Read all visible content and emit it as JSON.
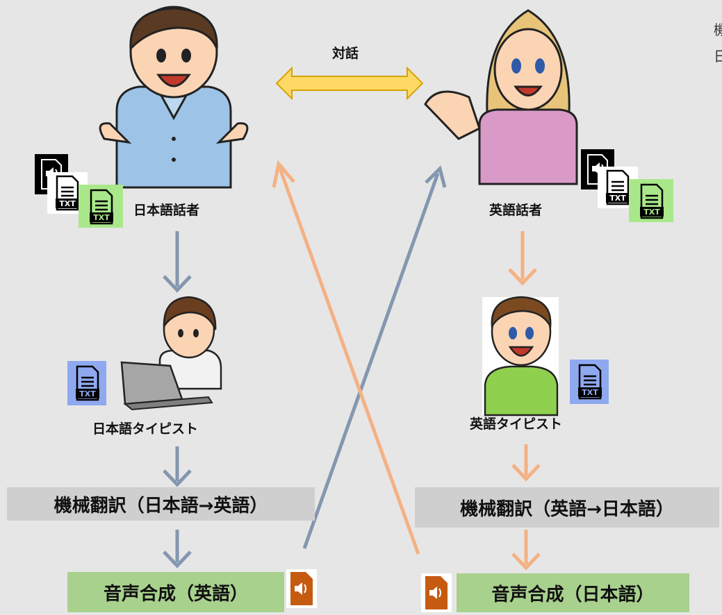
{
  "dialogue_label": "対話",
  "japanese_speaker_label": "日本語話者",
  "english_speaker_label": "英語話者",
  "japanese_typist_label": "日本語タイピスト",
  "english_typist_label": "英語タイピスト",
  "mt_ja_en_label": "機械翻訳（日本語→英語）",
  "mt_en_ja_label": "機械翻訳（英語→日本語）",
  "tts_en_label": "音声合成（英語）",
  "tts_ja_label": "音声合成（日本語）",
  "edge_text_line1": "機",
  "edge_text_line2": "日",
  "txt_icon_text": "TXT",
  "colors": {
    "background": "#e6e6e6",
    "blue_arrow": "#8497b0",
    "orange_arrow": "#f4b183",
    "dialogue_arrow_fill": "#ffd966",
    "dialogue_arrow_stroke": "#d6a300",
    "gray_box": "#cfcfcf",
    "green_box": "#a9d18e",
    "green_icon_bg": "#a9e88a",
    "blue_icon_bg": "#8fa9f0",
    "audio_icon_orange": "#c55a11"
  },
  "icons": [
    "audio-file-icon",
    "txt-file-icon",
    "speaker-icon"
  ]
}
